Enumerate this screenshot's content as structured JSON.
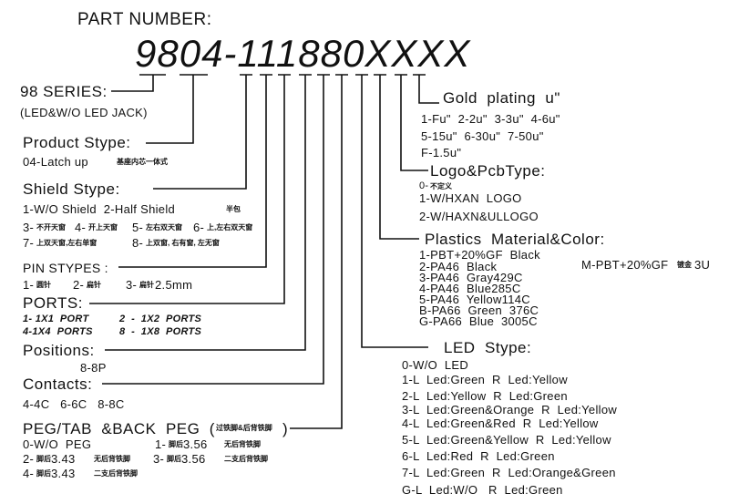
{
  "title": "PART NUMBER:",
  "part_number": "9804-111880XXXX",
  "series": {
    "label": "98 SERIES:",
    "desc": "(LED&W/O LED JACK)"
  },
  "product": {
    "label": "Product Stype:",
    "opt": "04-Latch up",
    "cn": "基座内芯一体式"
  },
  "shield": {
    "label": "Shield Stype:",
    "rows": [
      "1-W/O Shield  2-Half Shield",
      "半包",
      "3-",
      "不开天窗",
      "4-",
      "开上天窗",
      "5-",
      "左右双天窗",
      "6-",
      "上,左右双天窗",
      "7-",
      "上双天窗,左右单窗",
      "8-",
      "上双窗, 右有窗, 左无窗"
    ]
  },
  "pins": {
    "label": "PIN STYPES :",
    "o1": "1-",
    "o1cn": "圆针",
    "o2": "2-",
    "o2cn": "扁针",
    "o3": "3-",
    "o3cn": "扁针",
    "o3b": "2.5mm"
  },
  "ports": {
    "label": "PORTS:",
    "opts": [
      "1- 1X1  PORT",
      "2  -  1X2  PORTS",
      "4-1X4  PORTS",
      "8  -  1X8  PORTS"
    ]
  },
  "positions": {
    "label": "Positions:",
    "opt": "8-8P"
  },
  "contacts": {
    "label": "Contacts:",
    "opt": "4-4C   6-6C   8-8C"
  },
  "peg": {
    "label": "PEG/TAB  &BACK  PEG  (",
    "labelcn": "过铁脚&后背铁脚",
    "labelend": ")",
    "o0": "0-W/O  PEG",
    "o1": "1-",
    "o1cn": "脚后",
    "o1v": "3.56",
    "o1d": "无后背铁脚",
    "o2": "2-",
    "o2cn": "脚后",
    "o2v": "3.43",
    "o2d": "无后背铁脚",
    "o3": "3-",
    "o3cn": "脚后",
    "o3v": "3.56",
    "o3d": "二支后背铁脚",
    "o4": "4-",
    "o4cn": "脚后",
    "o4v": "3.43",
    "o4d": "二支后背铁脚"
  },
  "gold": {
    "label": "Gold  plating  u\"",
    "rows": [
      "1-Fu\"  2-2u\"  3-3u\"  4-6u\"",
      "5-15u\"  6-30u\"  7-50u\"",
      "F-1.5u\""
    ]
  },
  "logo": {
    "label": "Logo&PcbType:",
    "o0": "0-",
    "o0cn": "不定义",
    "o1": "1-W/HXAN  LOGO",
    "o2": "2-W/HAXN&ULLOGO"
  },
  "plastics": {
    "label": "Plastics  Material&Color:",
    "rows": [
      "1-PBT+20%GF  Black",
      "2-PA46  Black",
      "3-PA46  Gray429C",
      "4-PA46  Blue285C",
      "5-PA46  Yellow114C",
      "B-PA66  Green  376C",
      "G-PA66  Blue  3005C"
    ],
    "m": "M-PBT+20%GF",
    "mcn": "镀金",
    "m2": "3U"
  },
  "led": {
    "label": "LED  Stype:",
    "rows": [
      "0-W/O  LED",
      "1-L  Led:Green  R  Led:Yellow",
      "2-L  Led:Yellow  R  Led:Green",
      "3-L  Led:Green&Orange  R  Led:Yellow",
      "4-L  Led:Green&Red  R  Led:Yellow",
      "5-L  Led:Green&Yellow  R  Led:Yellow",
      "6-L  Led:Red  R  Led:Green",
      "7-L  Led:Green  R  Led:Orange&Green",
      "G-L  Led:W/O   R  Led:Green"
    ]
  }
}
